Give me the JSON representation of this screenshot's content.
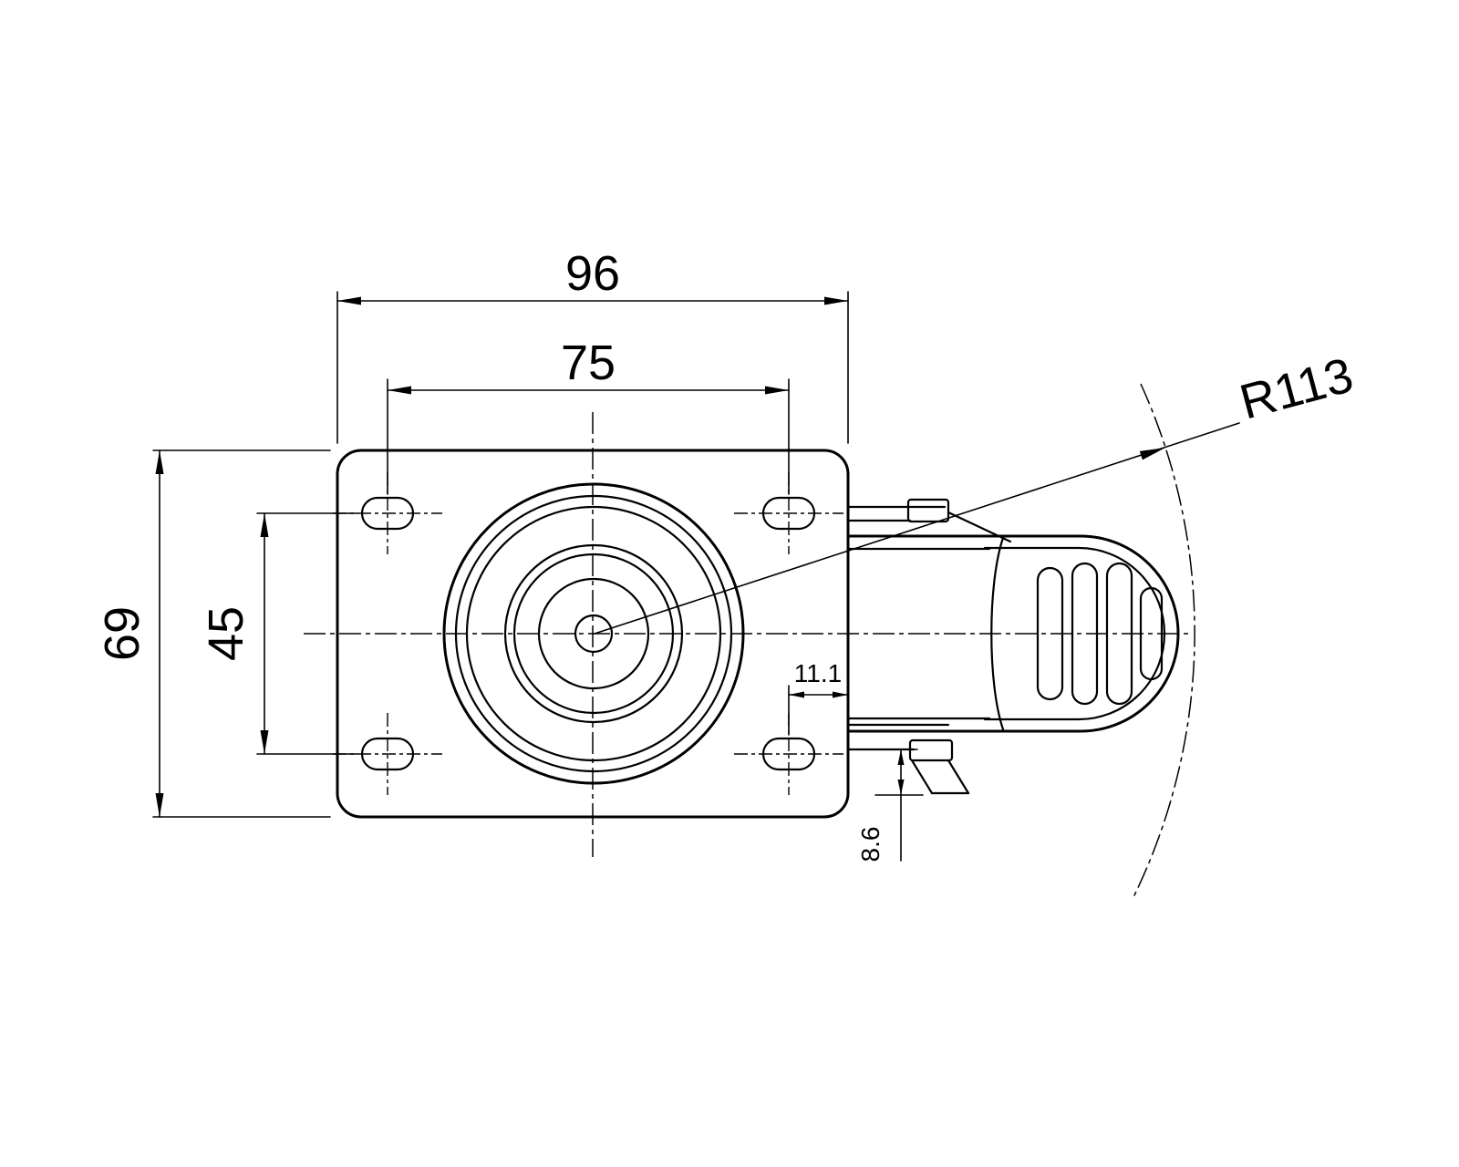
{
  "colors": {
    "line": "#000000",
    "background": "#ffffff"
  },
  "dimensions": {
    "overall_width": {
      "label": "96"
    },
    "hole_spacing_width": {
      "label": "75"
    },
    "overall_depth": {
      "label": "69"
    },
    "hole_spacing_depth": {
      "label": "45"
    },
    "brake_offset_x": {
      "label": "11.1"
    },
    "brake_offset_y": {
      "label": "8.6"
    },
    "swivel_radius": {
      "label": "R113"
    }
  }
}
